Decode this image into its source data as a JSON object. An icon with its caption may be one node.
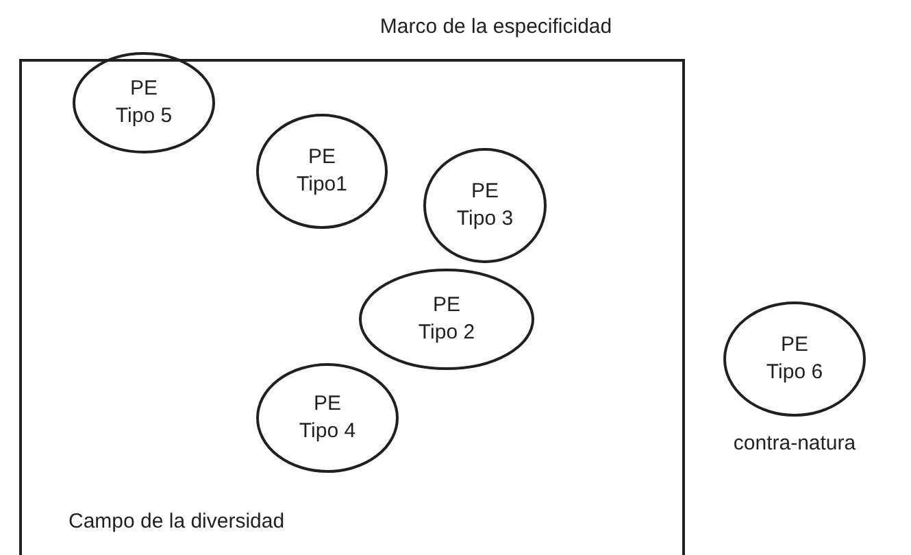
{
  "diagram": {
    "nodes": [
      {
        "text": [
          "Marco de la especificidad",
          "Campo de la diversidad"
        ]
      },
      {
        "text": [
          "PE",
          "Tipo 5"
        ],
        "in": 0
      },
      {
        "text": [
          "PE",
          "Tipo1"
        ],
        "in": 0
      },
      {
        "text": [
          "PE",
          "Tipo 3"
        ],
        "in": 0
      },
      {
        "text": [
          "PE",
          "Tipo 2"
        ],
        "in": 0
      },
      {
        "text": [
          "PE",
          "Tipo 4"
        ],
        "in": 0
      },
      {
        "text": [
          "PE",
          "Tipo 6"
        ],
        "beside": [
          "contra-natura"
        ]
      }
    ]
  }
}
